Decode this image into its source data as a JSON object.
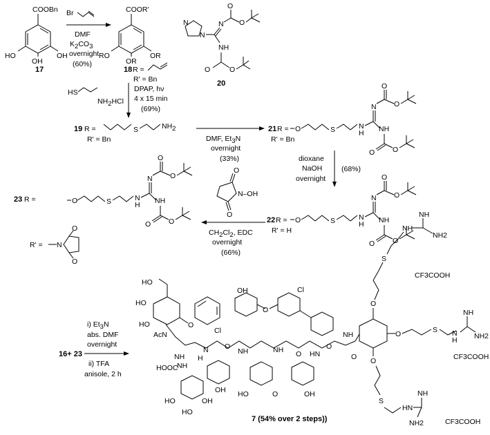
{
  "compounds": {
    "c17": {
      "top": "COOBn",
      "oh_left": "HO",
      "oh_right": "OH",
      "oh_bottom": "OH",
      "id": "17"
    },
    "c18": {
      "top": "COOR'",
      "ro_left": "RO",
      "ro_right": "OR",
      "ro_bottom": "OR",
      "id": "18",
      "r": "R =",
      "rp": "R' = Bn"
    },
    "c19": {
      "id": "19",
      "r": "R =",
      "rp": "R' = Bn",
      "nh2": "NH",
      "nh2_sub": "2",
      "s": "S"
    },
    "c20": {
      "id": "20",
      "n1": "N",
      "n2": "N",
      "n3": "N",
      "nh": "NH",
      "o1": "O",
      "o2": "O",
      "o3": "O",
      "o4": "O"
    },
    "c21": {
      "id": "21",
      "r": "R =",
      "rp": "R' = Bn",
      "o": "O",
      "s": "S",
      "n": "N",
      "nh1": "NH",
      "nh2": "NH",
      "h": "H"
    },
    "c22": {
      "id": "22",
      "r": "R =",
      "rp": "R' = H",
      "o": "O",
      "s": "S",
      "n": "N",
      "nh1": "NH",
      "nh2": "NH",
      "h": "H"
    },
    "c23": {
      "id": "23",
      "r": "R =",
      "rp": "R' =",
      "o": "O",
      "s": "S",
      "n": "N",
      "nh1": "NH",
      "nh2": "NH",
      "h": "H",
      "n_succ": "N"
    },
    "nhs": {
      "n": "N",
      "oh": "N–OH",
      "o1": "O",
      "o2": "O"
    },
    "c7": {
      "label": "7 (54% over 2 steps))",
      "tfa1": "CF3COOH",
      "tfa2": "CF3COOH",
      "tfa3": "CF3COOH",
      "nh2a": "NH2",
      "nh2b": "NH2",
      "nh2c": "NH2",
      "nha": "NH",
      "nhb": "NH",
      "nhc": "NH",
      "hn": "HN",
      "h": "H",
      "ho_labels": [
        "HO",
        "HO",
        "HO",
        "HO",
        "HO",
        "OH",
        "OH",
        "OH",
        "OH",
        "OH"
      ],
      "acn": "AcN",
      "hooc": "HOOC",
      "cl1": "Cl",
      "cl2": "Cl",
      "s": "S"
    },
    "start": {
      "label": "16+ 23"
    }
  },
  "reagents": {
    "step1": {
      "l1": "DMF",
      "l2": "K",
      "l2sub": "2",
      "l2b": "CO",
      "l2sub2": "3",
      "l3": "overnight",
      "l4": "(60%)",
      "reagent_br": "Br"
    },
    "step2": {
      "l1": "DPAP, hν",
      "l2": "4 x 15 min",
      "l3": "(69%)",
      "reagent": "HS",
      "reagent2": "NH",
      "reagent2sub": "2",
      "reagent3": "HCl"
    },
    "step3": {
      "l1": "DMF, Et",
      "l1sub": "3",
      "l1b": "N",
      "l2": "overnight",
      "l3": "(33%)"
    },
    "step4": {
      "l1": "dioxane",
      "l2": "NaOH",
      "l3": "overnight",
      "l4": "(68%)"
    },
    "step5": {
      "l1": "CH",
      "l1sub": "2",
      "l1b": "Cl",
      "l1sub2": "2",
      "l1c": ", EDC",
      "l2": "overnight",
      "l3": "(66%)"
    },
    "step6": {
      "l1": "i) Et",
      "l1sub": "3",
      "l1b": "N",
      "l2": "abs. DMF",
      "l3": "overnight",
      "l4": "ii) TFA",
      "l5": "anisole, 2 h"
    }
  }
}
